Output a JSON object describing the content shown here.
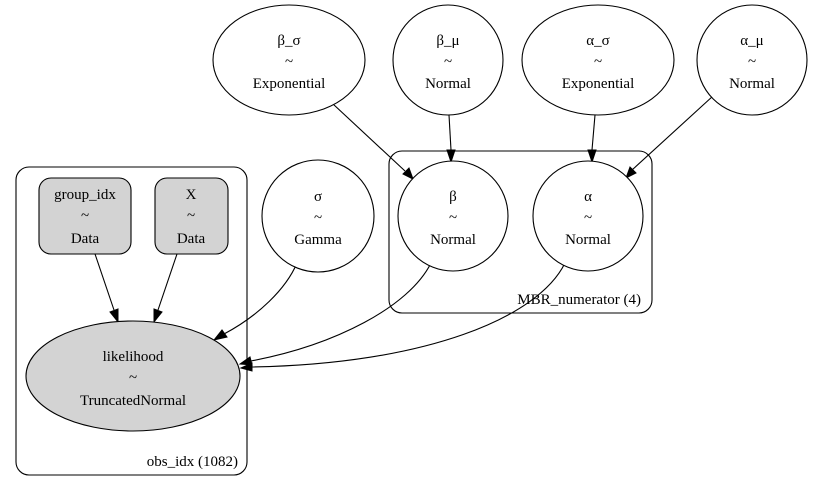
{
  "colors": {
    "observed_fill": "#d3d3d3",
    "latent_fill": "#ffffff",
    "stroke": "#000000"
  },
  "plates": [
    {
      "id": "mbr",
      "label": "MBR_numerator (4)"
    },
    {
      "id": "obs",
      "label": "obs_idx (1082)"
    }
  ],
  "nodes": [
    {
      "id": "beta_sigma",
      "name": "β_σ",
      "tilde": "~",
      "dist": "Exponential",
      "observed": false
    },
    {
      "id": "beta_mu",
      "name": "β_μ",
      "tilde": "~",
      "dist": "Normal",
      "observed": false
    },
    {
      "id": "alpha_sigma",
      "name": "α_σ",
      "tilde": "~",
      "dist": "Exponential",
      "observed": false
    },
    {
      "id": "alpha_mu",
      "name": "α_μ",
      "tilde": "~",
      "dist": "Normal",
      "observed": false
    },
    {
      "id": "sigma",
      "name": "σ",
      "tilde": "~",
      "dist": "Gamma",
      "observed": false
    },
    {
      "id": "beta",
      "name": "β",
      "tilde": "~",
      "dist": "Normal",
      "observed": false
    },
    {
      "id": "alpha",
      "name": "α",
      "tilde": "~",
      "dist": "Normal",
      "observed": false
    },
    {
      "id": "group_idx",
      "name": "group_idx",
      "tilde": "~",
      "dist": "Data",
      "observed": true
    },
    {
      "id": "x_data",
      "name": "X",
      "tilde": "~",
      "dist": "Data",
      "observed": true
    },
    {
      "id": "likelihood",
      "name": "likelihood",
      "tilde": "~",
      "dist": "TruncatedNormal",
      "observed": true
    }
  ],
  "edges": [
    {
      "from": "beta_sigma",
      "to": "beta"
    },
    {
      "from": "beta_mu",
      "to": "beta"
    },
    {
      "from": "alpha_sigma",
      "to": "alpha"
    },
    {
      "from": "alpha_mu",
      "to": "alpha"
    },
    {
      "from": "group_idx",
      "to": "likelihood"
    },
    {
      "from": "x_data",
      "to": "likelihood"
    },
    {
      "from": "sigma",
      "to": "likelihood"
    },
    {
      "from": "beta",
      "to": "likelihood"
    },
    {
      "from": "alpha",
      "to": "likelihood"
    }
  ]
}
